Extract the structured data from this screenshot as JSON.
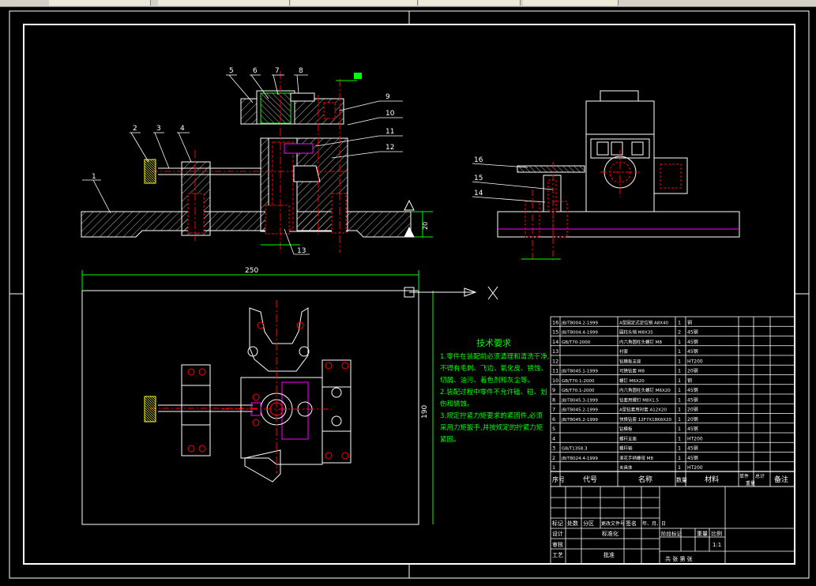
{
  "leaders": {
    "n1": "1",
    "n2": "2",
    "n3": "3",
    "n4": "4",
    "n5": "5",
    "n6": "6",
    "n7": "7",
    "n8": "8",
    "n9": "9",
    "n10": "10",
    "n11": "11",
    "n12": "12",
    "n13": "13",
    "n14": "14",
    "n15": "15",
    "n16": "16"
  },
  "dims": {
    "length": "250",
    "height": "20",
    "width": "190"
  },
  "tech": {
    "title": "技术要求",
    "lines": [
      "1.零件在装配前必须清理和清洗干净,",
      "不得有毛刺、飞边、氧化皮、锈蚀、",
      "切屑、油污、着色剂和灰尘等。",
      "2.装配过程中零件不允许磕、碰、划",
      "伤和锈蚀。",
      "3.规定拧紧力矩要求的紧固件,必须",
      "采用力矩扳手,并按规定的拧紧力矩",
      "紧固。"
    ]
  },
  "bom": {
    "rows": [
      {
        "no": "16",
        "code": "JB/T8004.2-1999",
        "name": "A型固定式定位销 A8X40",
        "qty": "1",
        "mat": "钢"
      },
      {
        "no": "15",
        "code": "JB/T8004.4-1999",
        "name": "圆柱头销 M8X35",
        "qty": "2",
        "mat": "45钢"
      },
      {
        "no": "14",
        "code": "GB/T70-2000",
        "name": "内六角圆柱头螺钉 M8",
        "qty": "1",
        "mat": "45钢"
      },
      {
        "no": "13",
        "code": "",
        "name": "衬套",
        "qty": "1",
        "mat": "45钢"
      },
      {
        "no": "12",
        "code": "",
        "name": "钻模板支座",
        "qty": "1",
        "mat": "HT200"
      },
      {
        "no": "11",
        "code": "JB/T8045.1-1999",
        "name": "可换钻套 M8",
        "qty": "1",
        "mat": "20钢"
      },
      {
        "no": "10",
        "code": "GB/T70.1-2000",
        "name": "螺钉 M6X20",
        "qty": "1",
        "mat": "钢"
      },
      {
        "no": "9",
        "code": "GB/T70.1-2000",
        "name": "内六角圆柱头螺钉 M6X20",
        "qty": "1",
        "mat": "45钢"
      },
      {
        "no": "8",
        "code": "JB/T8045.3-1999",
        "name": "钻套用螺钉 M8X1.5",
        "qty": "1",
        "mat": "45钢"
      },
      {
        "no": "7",
        "code": "JB/T8045.2-1999",
        "name": "A型钻套用衬套 A12X20",
        "qty": "1",
        "mat": "20钢"
      },
      {
        "no": "6",
        "code": "JB/T8045.2-1999",
        "name": "快换钻套 12F7X18K6X20",
        "qty": "1",
        "mat": "20钢"
      },
      {
        "no": "5",
        "code": "",
        "name": "钻模板",
        "qty": "1",
        "mat": "45钢"
      },
      {
        "no": "4",
        "code": "",
        "name": "螺杆支座",
        "qty": "1",
        "mat": "HT200"
      },
      {
        "no": "3",
        "code": "GB/T1358.3",
        "name": "螺杆轴",
        "qty": "1",
        "mat": "45钢"
      },
      {
        "no": "2",
        "code": "JB/T8024.4-1999",
        "name": "滚花手柄螺母 M8",
        "qty": "1",
        "mat": "45钢"
      },
      {
        "no": "1",
        "code": "",
        "name": "夹具体",
        "qty": "1",
        "mat": "HT200"
      }
    ],
    "header": {
      "no": "序号",
      "code": "代号",
      "name": "名称",
      "qty": "数量",
      "mat": "材料",
      "unit": "单件",
      "total": "总计",
      "weight": "重量",
      "note": "备注"
    }
  },
  "title_block": {
    "mark": "标记",
    "count": "处数",
    "zone": "分区",
    "docno": "更改文件号",
    "sign": "签名",
    "ymd": "年、月、日",
    "design": "设计",
    "standard": "标准化",
    "stage": "阶段标记",
    "weight": "重量",
    "ratio": "比例",
    "scale": "1:1",
    "review": "审核",
    "process": "工艺",
    "approve": "批准",
    "sheets": "共 张 第 张"
  }
}
